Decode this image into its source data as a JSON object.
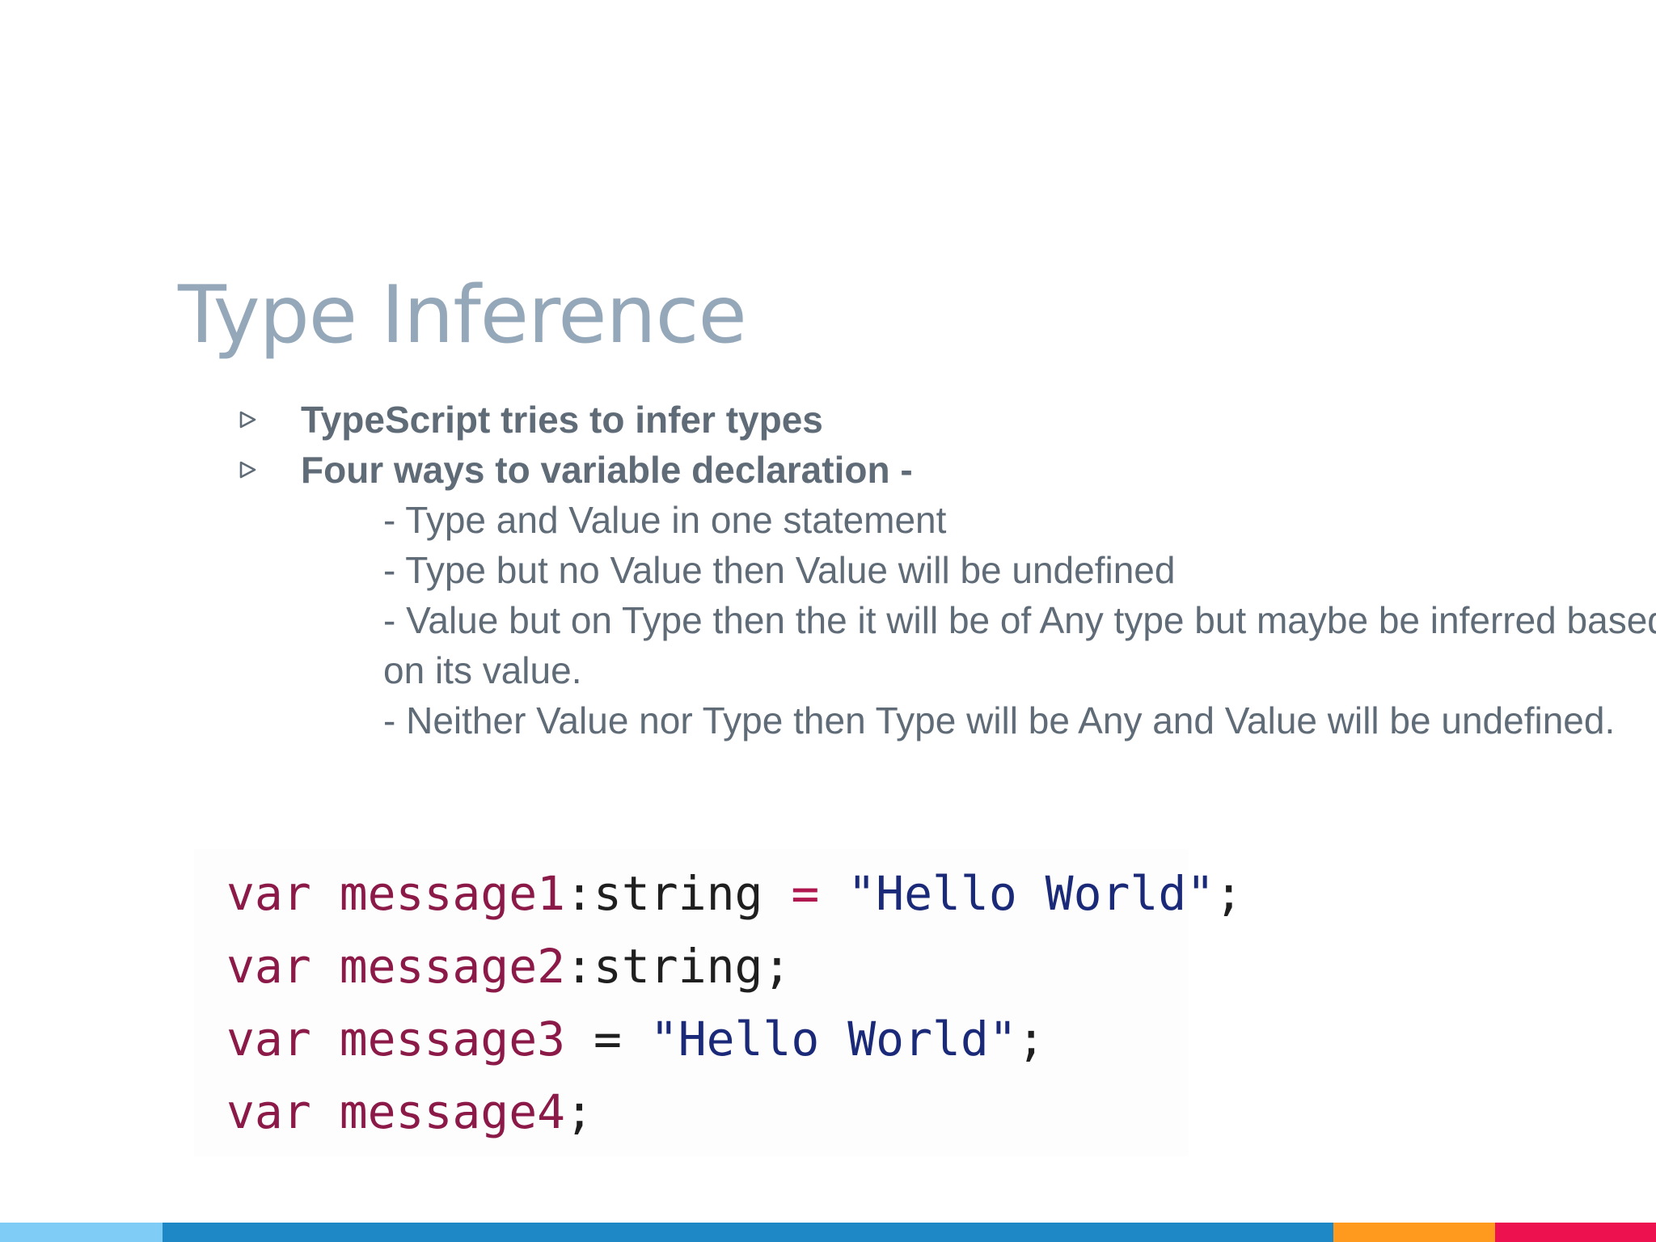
{
  "slide": {
    "title": "Type Inference",
    "bullets": [
      {
        "text": "TypeScript tries to infer types",
        "sub_lines": []
      },
      {
        "text": "Four ways to variable declaration -",
        "sub_lines": [
          "- Type and Value in one statement",
          "- Type but no Value then Value will be undefined",
          "- Value but on Type then the it will be of Any type but maybe be inferred based on its value.",
          "- Neither Value nor Type then Type will be Any and Value will be undefined."
        ]
      }
    ],
    "bullet_icon": "triangle-right-outline-icon",
    "code": {
      "lines": [
        {
          "keyword": "var",
          "identifier": "message1",
          "type_annotation": ":string",
          "operator": "=",
          "string": "\"Hello World\"",
          "end": ";"
        },
        {
          "keyword": "var",
          "identifier": "message2",
          "type_annotation": ":string",
          "operator": "",
          "string": "",
          "end": ";"
        },
        {
          "keyword": "var",
          "identifier": "message3",
          "type_annotation": "",
          "operator": "=",
          "string": "\"Hello World\"",
          "end": ";"
        },
        {
          "keyword": "var",
          "identifier": "message4",
          "type_annotation": "",
          "operator": "",
          "string": "",
          "end": ";"
        }
      ]
    },
    "colors": {
      "title": "#95a8ba",
      "body_text": "#5f6b77",
      "code_keyword": "#8c1a48",
      "code_string": "#1b2a78",
      "code_operator": "#b0174f"
    },
    "footer_segments": [
      {
        "color": "#7fcdf7",
        "fraction": 0.098
      },
      {
        "color": "#1e87c6",
        "fraction": 0.707
      },
      {
        "color": "#ff9a1e",
        "fraction": 0.098
      },
      {
        "color": "#ed124f",
        "fraction": 0.097
      }
    ]
  }
}
